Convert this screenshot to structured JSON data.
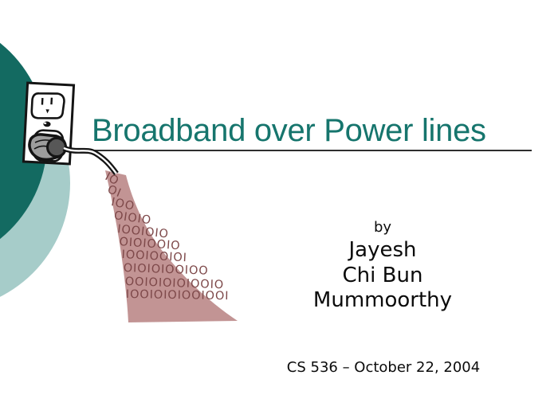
{
  "slide": {
    "title": "Broadband over Power lines",
    "byline": "by",
    "authors": [
      "Jayesh",
      "Chi Bun",
      "Mummoorthy"
    ],
    "footer": "CS 536 – October 22, 2004"
  },
  "artwork": {
    "outlet": "power-outlet-with-plug-clipart",
    "binary_rows": [
      "10",
      "01",
      "100",
      "01010",
      "1001010",
      "01010010",
      "100100101",
      "01010100100",
      "0010101010010",
      "10010101001001"
    ],
    "colors": {
      "title_text": "#16756D",
      "dark_circle": "#136A61",
      "light_circle": "#A6CCC9",
      "stream_fill": "#C29494",
      "stream_digits": "#7D4849",
      "plug_gray": "#9D9D9D",
      "plug_dark_gray": "#575757"
    }
  }
}
